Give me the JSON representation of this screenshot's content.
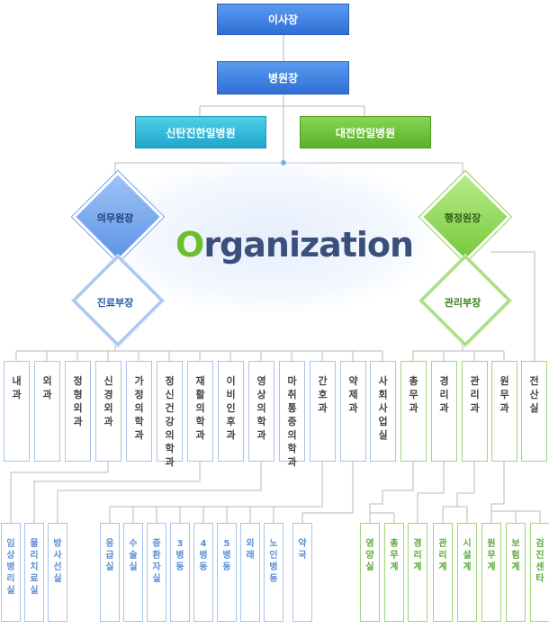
{
  "top": {
    "chairman": "이사장",
    "director": "병원장"
  },
  "hospitals": [
    "신탄진한일병원",
    "대전한일병원"
  ],
  "title": {
    "first_letter": "O",
    "rest": "rganization"
  },
  "left": {
    "head": "의무원장",
    "sub": "진료부장"
  },
  "right": {
    "head": "행정원장",
    "sub": "관리부장"
  },
  "colors": {
    "blue": "#2f6fd6",
    "cyan": "#1fa6cc",
    "green": "#5cb02a",
    "navy": "#3a4f7a"
  },
  "departments_left": [
    "내과",
    "외과",
    "정형외과",
    "신경외과",
    "가정의학과",
    "정신건강의학과",
    "재활의학과",
    "이비인후과",
    "영상의학과",
    "마취통증의학과",
    "간호과",
    "약제과",
    "사회사업실"
  ],
  "departments_right": [
    "총무과",
    "경리과",
    "관리과",
    "원무과",
    "전산실"
  ],
  "sub_left": [
    "임상병리실",
    "물리치료실",
    "방사선실",
    "응급실",
    "수술실",
    "중환자실",
    "3병동",
    "4병동",
    "5병동",
    "외래",
    "노인병동",
    "약국"
  ],
  "sub_right": [
    "영양실",
    "총무계",
    "경리계",
    "관리계",
    "시설계",
    "원무계",
    "보험계",
    "검진센타"
  ]
}
